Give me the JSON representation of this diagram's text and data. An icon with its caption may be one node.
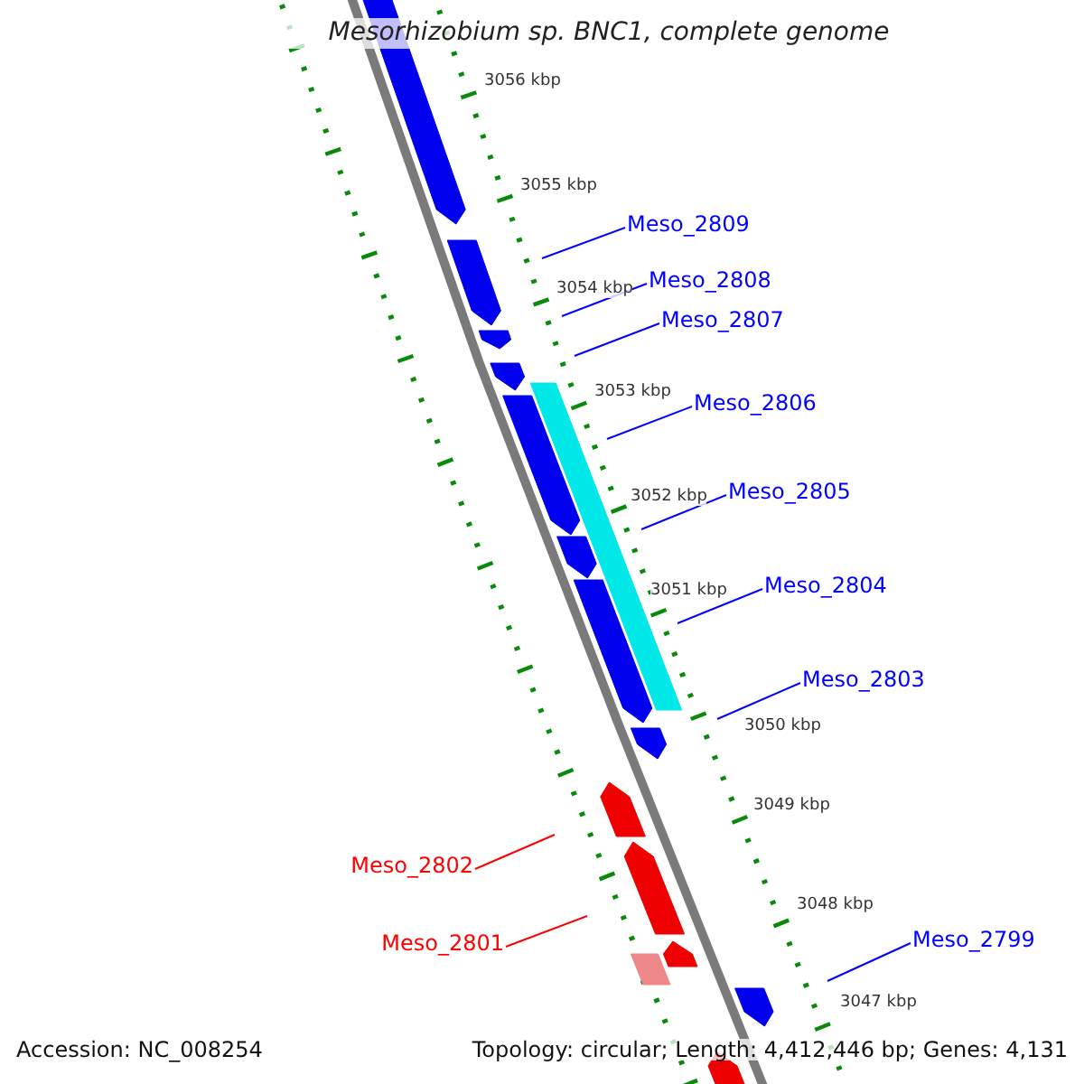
{
  "diagram": {
    "title": "Mesorhizobium sp. BNC1, complete genome",
    "nodes": [
      {
        "text": [
          "Meso_2809"
        ]
      },
      {
        "text": [
          "Meso_2808"
        ]
      },
      {
        "text": [
          "Meso_2807"
        ]
      },
      {
        "text": [
          "Meso_2806"
        ]
      },
      {
        "text": [
          "Meso_2805"
        ]
      },
      {
        "text": [
          "Meso_2804"
        ]
      },
      {
        "text": [
          "Meso_2803"
        ]
      },
      {
        "text": [
          "Meso_2802"
        ]
      },
      {
        "text": [
          "Meso_2801"
        ]
      },
      {
        "text": [
          "Meso_2799"
        ]
      }
    ],
    "edges": [
      {
        "from": 0,
        "to": null,
        "arrow": "none"
      },
      {
        "from": 1,
        "to": null,
        "arrow": "none"
      },
      {
        "from": 2,
        "to": null,
        "arrow": "none"
      },
      {
        "from": 3,
        "to": null,
        "arrow": "none"
      },
      {
        "from": 4,
        "to": null,
        "arrow": "none"
      },
      {
        "from": 5,
        "to": null,
        "arrow": "none"
      },
      {
        "from": 6,
        "to": null,
        "arrow": "none"
      },
      {
        "from": 7,
        "to": null,
        "arrow": "none",
        "color": "#ff0000"
      },
      {
        "from": 8,
        "to": null,
        "arrow": "none",
        "color": "#ff0000"
      },
      {
        "from": 9,
        "to": null,
        "arrow": "none"
      }
    ],
    "labels": [
      "3056 kbp",
      "3055 kbp",
      "3054 kbp",
      "3053 kbp",
      "3052 kbp",
      "3051 kbp",
      "3050 kbp",
      "3049 kbp",
      "3048 kbp",
      "3047 kbp",
      "Accession: NC_008254",
      "Topology: circular; Length: 4,412,446 bp; Genes: 4,131"
    ]
  }
}
